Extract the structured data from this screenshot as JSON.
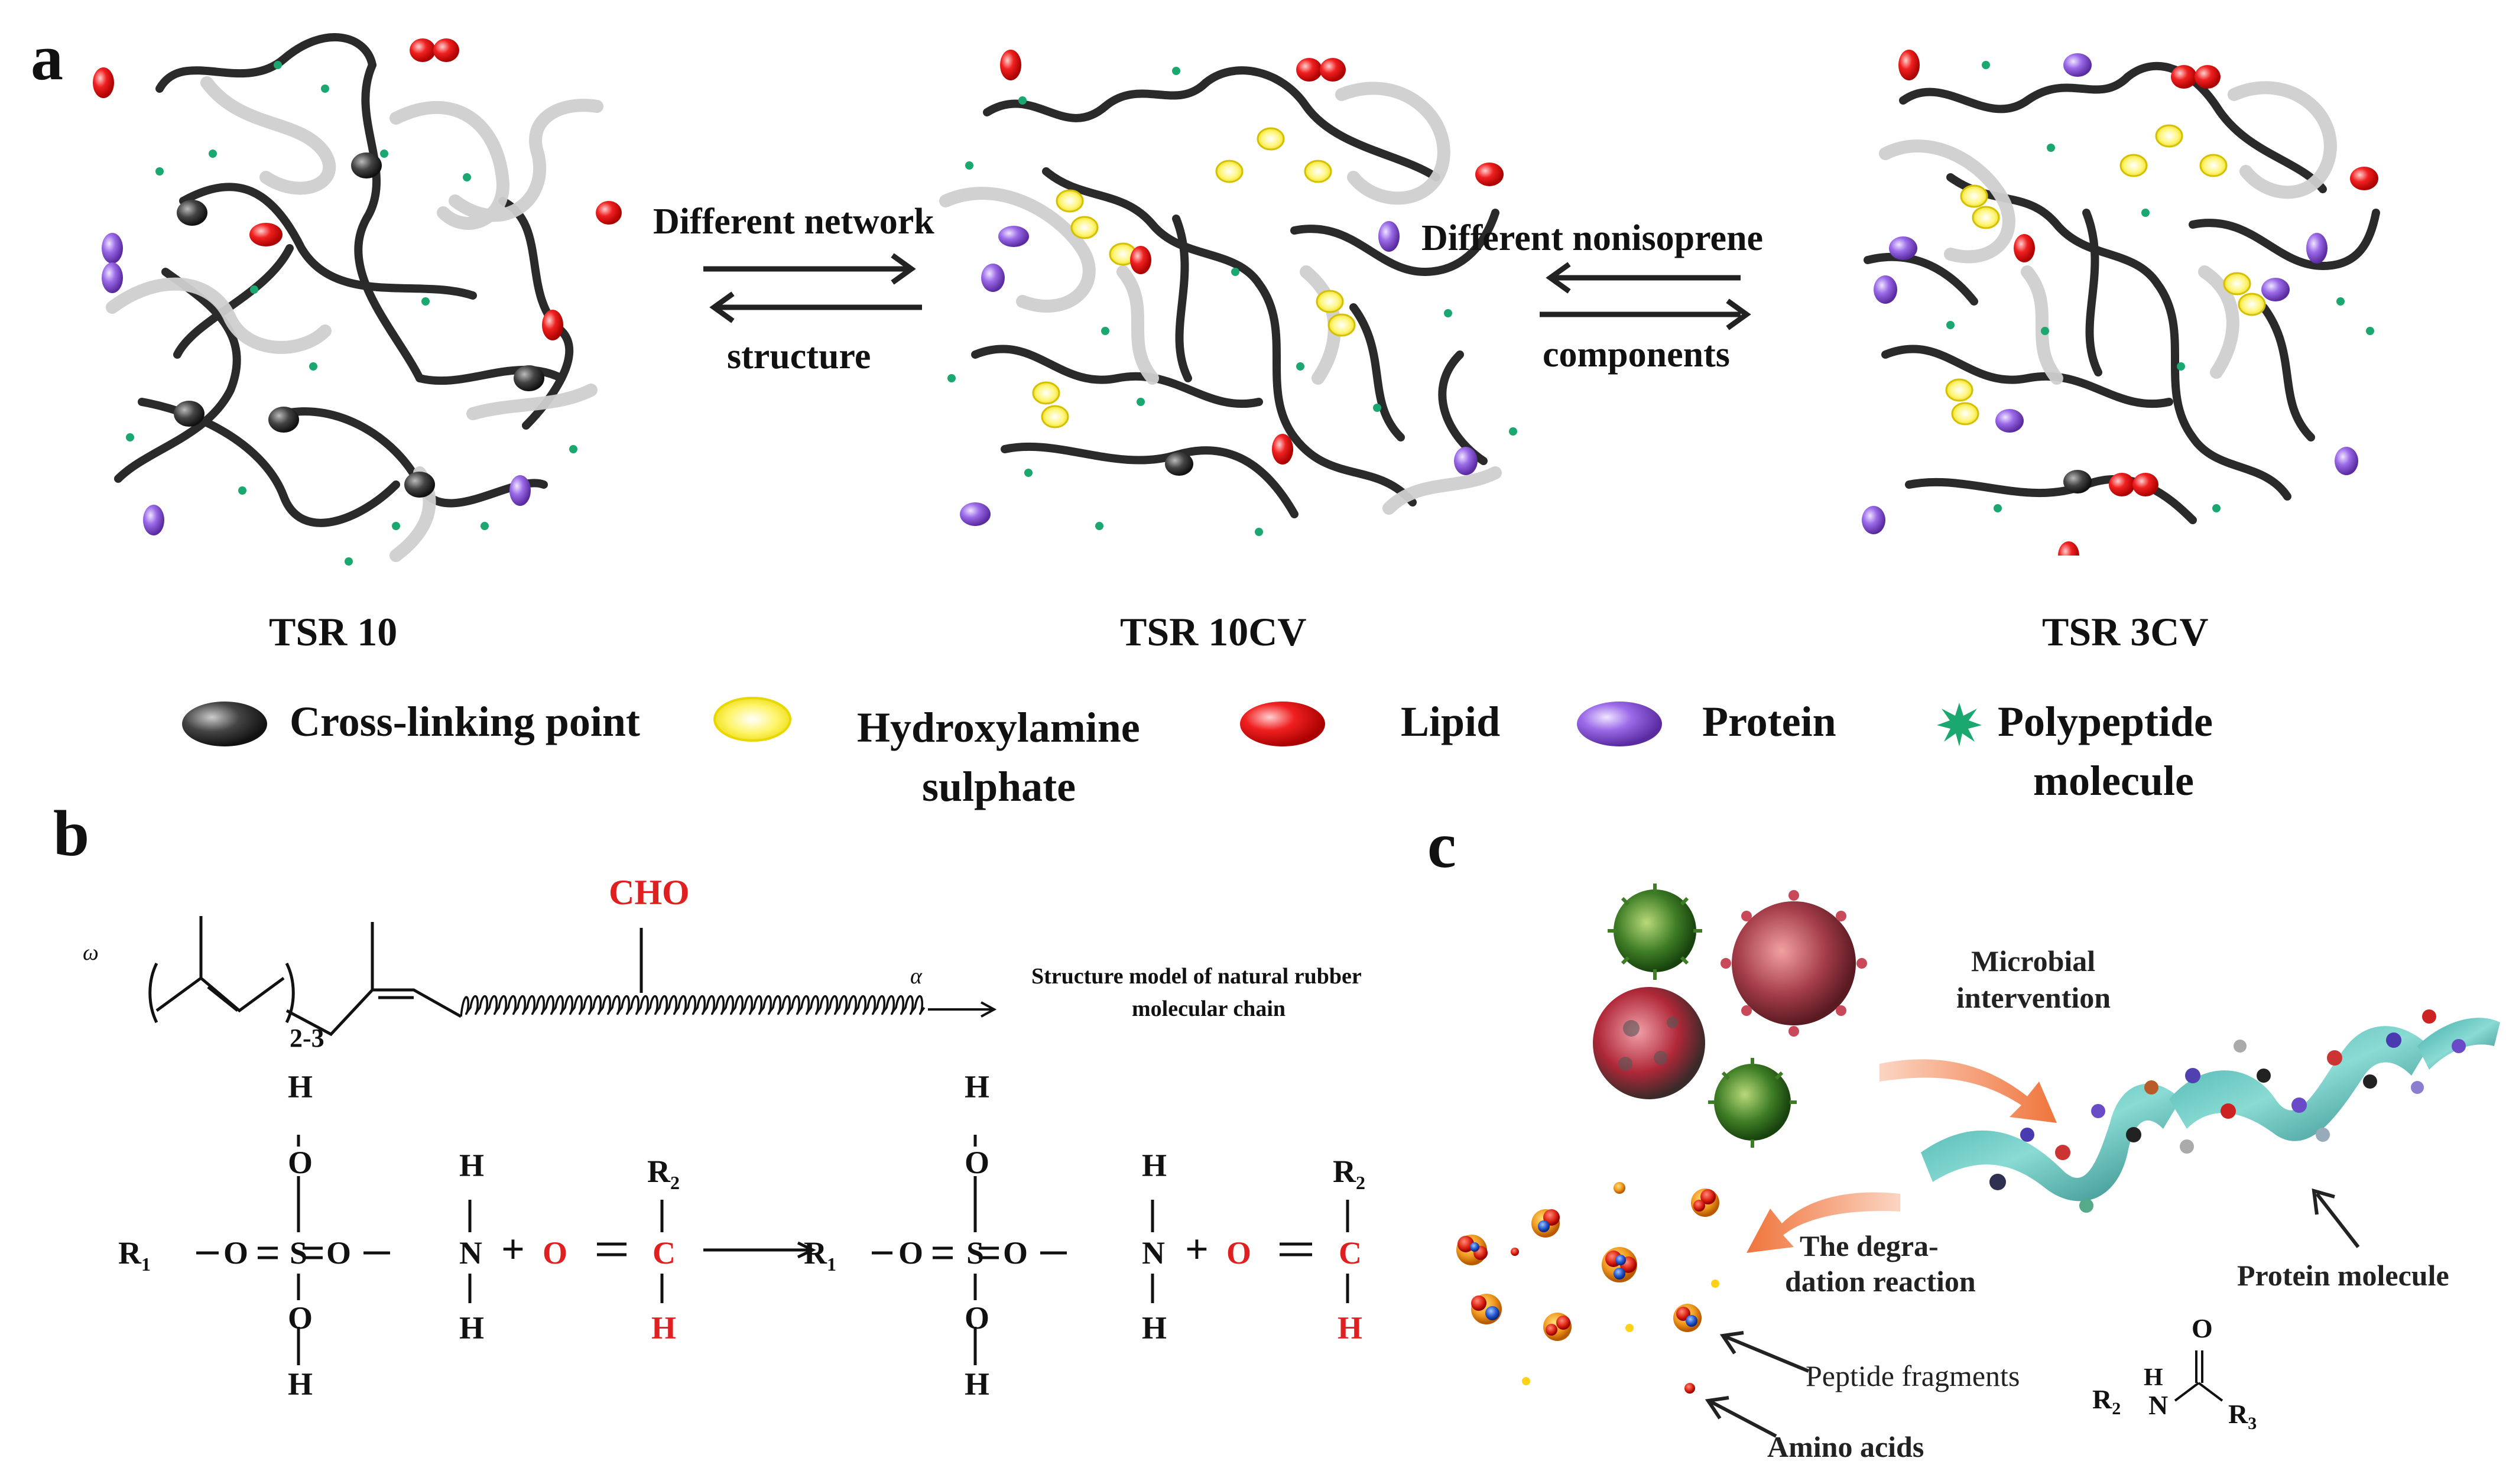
{
  "panels": {
    "a": "a",
    "b": "b",
    "c": "c"
  },
  "panel_a": {
    "networks": [
      {
        "label": "TSR 10"
      },
      {
        "label": "TSR 10CV"
      },
      {
        "label": "TSR 3CV"
      }
    ],
    "arrow_left": {
      "top": "Different network",
      "bottom": "structure"
    },
    "arrow_right": {
      "top": "Different nonisoprene",
      "bottom": "components"
    },
    "legend": [
      {
        "label": "Cross-linking point",
        "color": "#3a3a3a"
      },
      {
        "label": "Hydroxylamine sulphate",
        "line1": "Hydroxylamine",
        "line2": "sulphate",
        "color": "#f2ea2a"
      },
      {
        "label": "Lipid",
        "color": "#e82222"
      },
      {
        "label": "Protein",
        "color": "#a070e8"
      },
      {
        "label": "Polypeptide molecule",
        "line1": "Polypeptide",
        "line2": "molecule",
        "color": "#1aa870"
      }
    ]
  },
  "panel_b": {
    "chain": {
      "omega": "ω",
      "alpha": "α",
      "subscript": "2-3",
      "group": "CHO",
      "caption_line1": "Structure model of natural rubber",
      "caption_line2": "molecular chain"
    },
    "reaction": {
      "H": "H",
      "O": "O",
      "S": "S",
      "N": "N",
      "C": "C",
      "R1": "R",
      "R1_sub": "1",
      "R2": "R",
      "R2_sub": "2",
      "plus": "+",
      "double": "═"
    }
  },
  "panel_c": {
    "microbial": {
      "line1": "Microbial",
      "line2": "intervention"
    },
    "degradation": {
      "line1": "The degra-",
      "line2": "dation reaction"
    },
    "protein": "Protein molecule",
    "peptide": "Peptide fragments",
    "amino": "Amino acids",
    "amide": {
      "R2": "R",
      "R2_sub": "2",
      "H": "H",
      "N": "N",
      "O": "O",
      "R3": "R",
      "R3_sub": "3"
    }
  }
}
